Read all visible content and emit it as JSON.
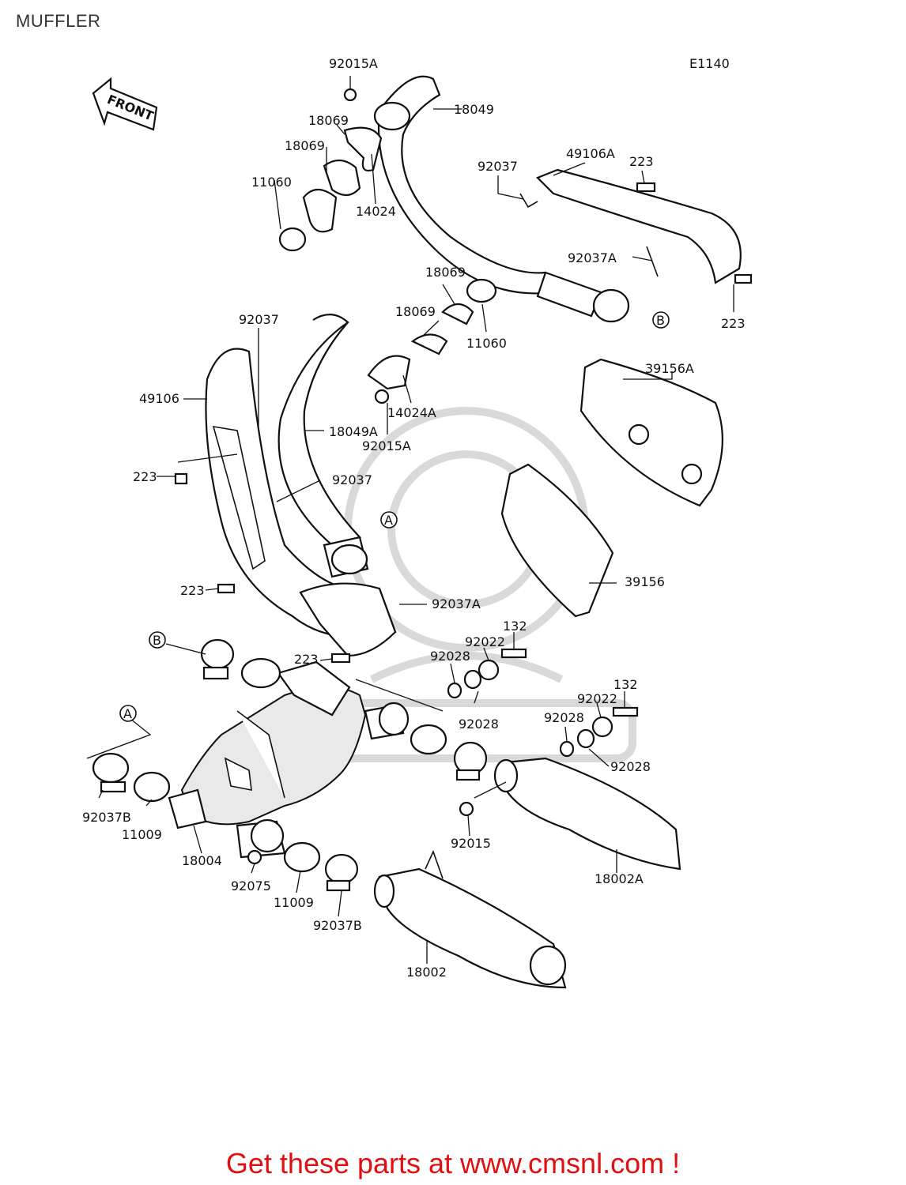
{
  "header": {
    "title": "MUFFLER",
    "drawing_code": "E1140"
  },
  "front_arrow": {
    "text": "FRONT"
  },
  "callouts": {
    "a": "A",
    "b": "B"
  },
  "part_labels": {
    "p92015A_top": "92015A",
    "p18049": "18049",
    "p18069_a": "18069",
    "p18069_b": "18069",
    "p11060_top": "11060",
    "p14024": "14024",
    "p92037_top": "92037",
    "p49106A": "49106A",
    "p223_top": "223",
    "p92037A_top": "92037A",
    "p223_right": "223",
    "p18069_c": "18069",
    "p18069_d": "18069",
    "p11060_mid": "11060",
    "p92037_left": "92037",
    "p49106": "49106",
    "p14024A": "14024A",
    "p18049A": "18049A",
    "p92015A_mid": "92015A",
    "p39156A": "39156A",
    "p223_left": "223",
    "p92037_mid": "92037",
    "p223_lower": "223",
    "p39156": "39156",
    "p92037A_mid": "92037A",
    "p132_a": "132",
    "p92022_a": "92022",
    "p223_center": "223",
    "p92028_a": "92028",
    "p92028_b": "92028",
    "p132_b": "132",
    "p92022_b": "92022",
    "p92028_c": "92028",
    "p92028_d": "92028",
    "p92037B_left": "92037B",
    "p11009_left": "11009",
    "p18004": "18004",
    "p92015": "92015",
    "p18002A": "18002A",
    "p92075": "92075",
    "p11009_bottom": "11009",
    "p92037B_bottom": "92037B",
    "p18002": "18002"
  },
  "footer": {
    "text": "Get these parts at www.cmsnl.com !"
  },
  "colors": {
    "footer_text": "#e01010",
    "line": "#111111"
  }
}
